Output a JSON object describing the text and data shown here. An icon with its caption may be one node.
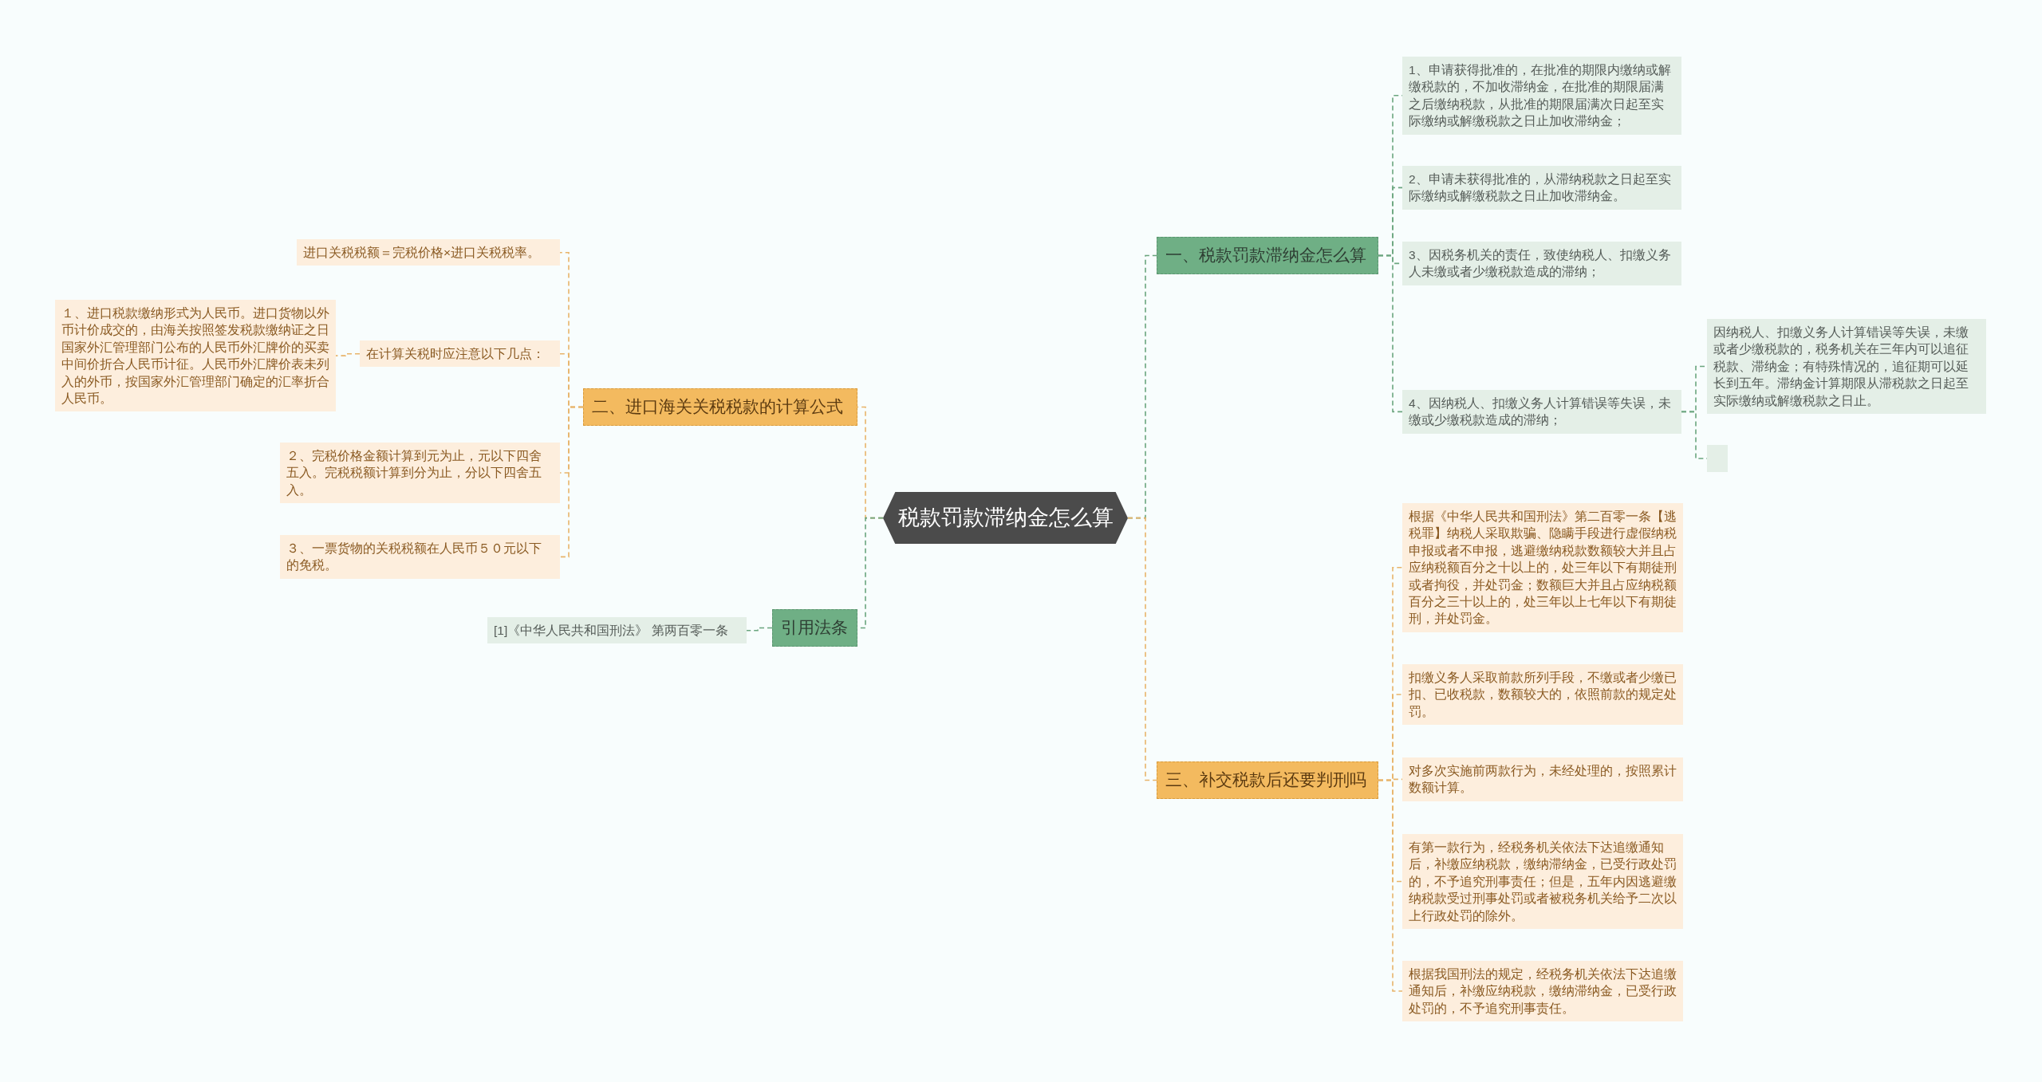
{
  "diagram": {
    "nodes": [
      {
        "text": [
          "税款罚款滞纳金怎么算"
        ]
      },
      {
        "text": [
          "一、税款罚款滞纳金怎么算"
        ]
      },
      {
        "text": [
          "1、申请获得批准的，在批准的期限内缴纳或解缴税款的，不加收滞纳金，在批准的期限届满之后缴纳税款，从批准的期限届满次日起至实际缴纳或解缴税款之日止加收滞纳金；"
        ]
      },
      {
        "text": [
          "2、申请未获得批准的，从滞纳税款之日起至实际缴纳或解缴税款之日止加收滞纳金。"
        ]
      },
      {
        "text": [
          "3、因税务机关的责任，致使纳税人、扣缴义务人未缴或者少缴税款造成的滞纳；"
        ]
      },
      {
        "text": [
          "4、因纳税人、扣缴义务人计算错误等失误，未缴或少缴税款造成的滞纳；"
        ]
      },
      {
        "text": [
          "因纳税人、扣缴义务人计算错误等失误，未缴或者少缴税款的，税务机关在三年内可以追征税款、滞纳金；有特殊情况的，追征期可以延长到五年。滞纳金计算期限从滞税款之日起至实际缴纳或解缴税款之日止。"
        ]
      },
      {
        "text": [],
        "shape": "box"
      },
      {
        "text": [
          "二、进口海关关税税款的计算公式"
        ]
      },
      {
        "text": [
          "进口关税税额＝完税价格×进口关税税率。"
        ]
      },
      {
        "text": [
          "在计算关税时应注意以下几点："
        ]
      },
      {
        "text": [
          "１、进口税款缴纳形式为人民币。进口货物以外币计价成交的，由海关按照签发税款缴纳证之日国家外汇管理部门公布的人民币外汇牌价的买卖中间价折合人民币计征。人民币外汇牌价表未列入的外币，按国家外汇管理部门确定的汇率折合人民币。"
        ]
      },
      {
        "text": [
          "２、完税价格金额计算到元为止，元以下四舍五入。完税税额计算到分为止，分以下四舍五入。"
        ]
      },
      {
        "text": [
          "３、一票货物的关税税额在人民币５０元以下的免税。"
        ]
      },
      {
        "text": [
          "引用法条"
        ]
      },
      {
        "text": [
          "[1]《中华人民共和国刑法》 第两百零一条"
        ]
      },
      {
        "text": [
          "三、补交税款后还要判刑吗"
        ]
      },
      {
        "text": [
          "根据《中华人民共和国刑法》第二百零一条【逃税罪】纳税人采取欺骗、隐瞒手段进行虚假纳税申报或者不申报，逃避缴纳税款数额较大并且占应纳税额百分之十以上的，处三年以下有期徒刑或者拘役，并处罚金；数额巨大并且占应纳税额百分之三十以上的，处三年以上七年以下有期徒刑，并处罚金。"
        ]
      },
      {
        "text": [
          "扣缴义务人采取前款所列手段，不缴或者少缴已扣、已收税款，数额较大的，依照前款的规定处罚。"
        ]
      },
      {
        "text": [
          "对多次实施前两款行为，未经处理的，按照累计数额计算。"
        ]
      },
      {
        "text": [
          "有第一款行为，经税务机关依法下达追缴通知后，补缴应纳税款，缴纳滞纳金，已受行政处罚的，不予追究刑事责任；但是，五年内因逃避缴纳税款受过刑事处罚或者被税务机关给予二次以上行政处罚的除外。"
        ]
      },
      {
        "text": [
          "根据我国刑法的规定，经税务机关依法下达追缴通知后，补缴应纳税款，缴纳滞纳金，已受行政处罚的，不予追究刑事责任。"
        ]
      }
    ],
    "edges": [
      {
        "from": 0,
        "to": 1,
        "arrow": "none",
        "color": "#6aa57e"
      },
      {
        "from": 1,
        "to": 2,
        "arrow": "none",
        "color": "#6aa57e"
      },
      {
        "from": 1,
        "to": 3,
        "arrow": "none",
        "color": "#6aa57e"
      },
      {
        "from": 1,
        "to": 4,
        "arrow": "none",
        "color": "#6aa57e"
      },
      {
        "from": 1,
        "to": 5,
        "arrow": "none",
        "color": "#6aa57e"
      },
      {
        "from": 5,
        "to": 6,
        "arrow": "none",
        "color": "#6aa57e"
      },
      {
        "from": 5,
        "to": 7,
        "arrow": "none",
        "color": "#6aa57e"
      },
      {
        "from": 0,
        "to": 8,
        "arrow": "none"
      },
      {
        "from": 8,
        "to": 9,
        "arrow": "none"
      },
      {
        "from": 8,
        "to": 10,
        "arrow": "none"
      },
      {
        "from": 10,
        "to": 11,
        "arrow": "none"
      },
      {
        "from": 8,
        "to": 12,
        "arrow": "none"
      },
      {
        "from": 8,
        "to": 13,
        "arrow": "none"
      },
      {
        "from": 0,
        "to": 14,
        "arrow": "none",
        "color": "#6aa57e"
      },
      {
        "from": 14,
        "to": 15,
        "arrow": "none",
        "color": "#6aa57e"
      },
      {
        "from": 0,
        "to": 16,
        "arrow": "none"
      },
      {
        "from": 16,
        "to": 17,
        "arrow": "none"
      },
      {
        "from": 16,
        "to": 18,
        "arrow": "none"
      },
      {
        "from": 16,
        "to": 19,
        "arrow": "none"
      },
      {
        "from": 16,
        "to": 20,
        "arrow": "none"
      },
      {
        "from": 16,
        "to": 21,
        "arrow": "none"
      }
    ]
  }
}
